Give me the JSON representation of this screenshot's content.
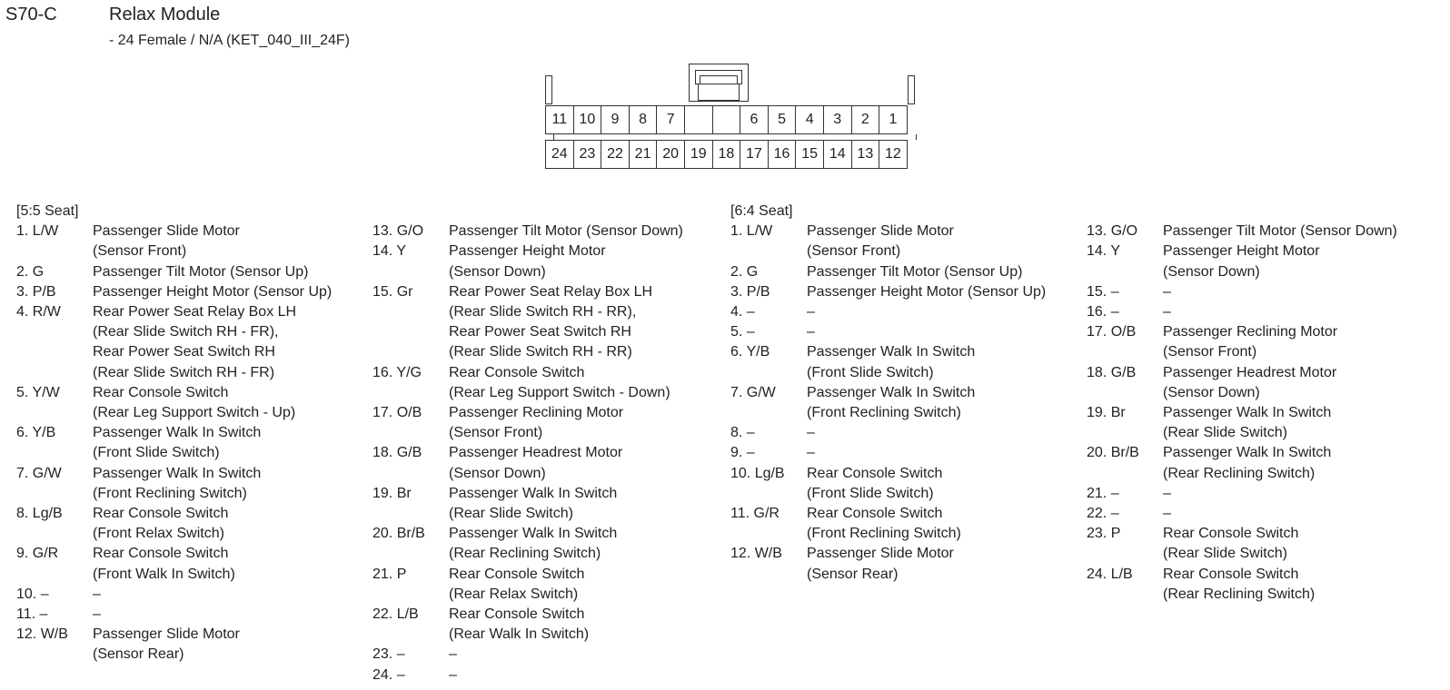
{
  "header": {
    "code": "S70-C",
    "title": "Relax Module",
    "subtitle": "- 24 Female / N/A (KET_040_III_24F)"
  },
  "connector": {
    "top_row": [
      "11",
      "10",
      "9",
      "8",
      "7",
      "",
      "",
      "6",
      "5",
      "4",
      "3",
      "2",
      "1"
    ],
    "bottom_row": [
      "24",
      "23",
      "22",
      "21",
      "20",
      "19",
      "18",
      "17",
      "16",
      "15",
      "14",
      "13",
      "12"
    ]
  },
  "sections": [
    {
      "heading": "[5:5 Seat]",
      "columns": [
        [
          {
            "num": "1. L/W",
            "lines": [
              "Passenger Slide Motor",
              "(Sensor Front)"
            ]
          },
          {
            "num": "2. G",
            "lines": [
              "Passenger Tilt Motor (Sensor Up)"
            ]
          },
          {
            "num": "3. P/B",
            "lines": [
              "Passenger Height Motor (Sensor Up)"
            ]
          },
          {
            "num": "4. R/W",
            "lines": [
              "Rear Power Seat Relay Box LH",
              "(Rear Slide Switch RH - FR),",
              "Rear Power Seat Switch RH",
              "(Rear Slide Switch RH - FR)"
            ]
          },
          {
            "num": "5. Y/W",
            "lines": [
              "Rear Console Switch",
              "(Rear Leg Support Switch - Up)"
            ]
          },
          {
            "num": "6. Y/B",
            "lines": [
              "Passenger Walk In Switch",
              "(Front Slide Switch)"
            ]
          },
          {
            "num": "7. G/W",
            "lines": [
              "Passenger Walk In Switch",
              "(Front Reclining Switch)"
            ]
          },
          {
            "num": "8. Lg/B",
            "lines": [
              "Rear Console Switch",
              "(Front Relax Switch)"
            ]
          },
          {
            "num": "9. G/R",
            "lines": [
              "Rear Console Switch",
              "(Front Walk In Switch)"
            ]
          },
          {
            "num": "10. –",
            "lines": [
              "–"
            ]
          },
          {
            "num": "11. –",
            "lines": [
              "–"
            ]
          },
          {
            "num": "12. W/B",
            "lines": [
              "Passenger Slide Motor",
              "(Sensor Rear)"
            ]
          }
        ],
        [
          {
            "num": "13. G/O",
            "lines": [
              "Passenger Tilt Motor (Sensor Down)"
            ]
          },
          {
            "num": "14. Y",
            "lines": [
              "Passenger Height Motor",
              "(Sensor Down)"
            ]
          },
          {
            "num": "15. Gr",
            "lines": [
              "Rear Power Seat Relay Box LH",
              "(Rear Slide Switch RH - RR),",
              "Rear Power Seat Switch RH",
              "(Rear Slide Switch RH - RR)"
            ]
          },
          {
            "num": "16. Y/G",
            "lines": [
              "Rear Console Switch",
              "(Rear Leg Support Switch - Down)"
            ]
          },
          {
            "num": "17. O/B",
            "lines": [
              "Passenger Reclining Motor",
              "(Sensor Front)"
            ]
          },
          {
            "num": "18. G/B",
            "lines": [
              "Passenger Headrest Motor",
              "(Sensor Down)"
            ]
          },
          {
            "num": "19. Br",
            "lines": [
              "Passenger Walk In Switch",
              "(Rear Slide Switch)"
            ]
          },
          {
            "num": "20. Br/B",
            "lines": [
              "Passenger Walk In Switch",
              "(Rear Reclining Switch)"
            ]
          },
          {
            "num": "21. P",
            "lines": [
              "Rear Console Switch",
              "(Rear Relax Switch)"
            ]
          },
          {
            "num": "22. L/B",
            "lines": [
              "Rear Console Switch",
              "(Rear Walk In Switch)"
            ]
          },
          {
            "num": "23. –",
            "lines": [
              "–"
            ]
          },
          {
            "num": "24. –",
            "lines": [
              "–"
            ]
          }
        ]
      ]
    },
    {
      "heading": "[6:4 Seat]",
      "columns": [
        [
          {
            "num": "1. L/W",
            "lines": [
              "Passenger Slide Motor",
              "(Sensor Front)"
            ]
          },
          {
            "num": "2. G",
            "lines": [
              "Passenger Tilt Motor (Sensor Up)"
            ]
          },
          {
            "num": "3. P/B",
            "lines": [
              "Passenger Height Motor (Sensor Up)"
            ]
          },
          {
            "num": "4. –",
            "lines": [
              "–"
            ]
          },
          {
            "num": "5. –",
            "lines": [
              "–"
            ]
          },
          {
            "num": "6. Y/B",
            "lines": [
              "Passenger Walk In Switch",
              "(Front Slide Switch)"
            ]
          },
          {
            "num": "7. G/W",
            "lines": [
              "Passenger Walk In Switch",
              "(Front Reclining Switch)"
            ]
          },
          {
            "num": "8. –",
            "lines": [
              "–"
            ]
          },
          {
            "num": "9. –",
            "lines": [
              "–"
            ]
          },
          {
            "num": "10. Lg/B",
            "lines": [
              "Rear Console Switch",
              "(Front Slide Switch)"
            ]
          },
          {
            "num": "11. G/R",
            "lines": [
              "Rear Console Switch",
              "(Front Reclining Switch)"
            ]
          },
          {
            "num": "12. W/B",
            "lines": [
              "Passenger Slide Motor",
              "(Sensor Rear)"
            ]
          }
        ],
        [
          {
            "num": "13. G/O",
            "lines": [
              "Passenger Tilt Motor (Sensor Down)"
            ]
          },
          {
            "num": "14. Y",
            "lines": [
              "Passenger Height Motor",
              "(Sensor Down)"
            ]
          },
          {
            "num": "15. –",
            "lines": [
              "–"
            ]
          },
          {
            "num": "16. –",
            "lines": [
              "–"
            ]
          },
          {
            "num": "17. O/B",
            "lines": [
              "Passenger Reclining Motor",
              "(Sensor Front)"
            ]
          },
          {
            "num": "18. G/B",
            "lines": [
              "Passenger Headrest Motor",
              "(Sensor Down)"
            ]
          },
          {
            "num": "19. Br",
            "lines": [
              "Passenger Walk In Switch",
              "(Rear Slide Switch)"
            ]
          },
          {
            "num": "20. Br/B",
            "lines": [
              "Passenger Walk In Switch",
              "(Rear Reclining Switch)"
            ]
          },
          {
            "num": "21. –",
            "lines": [
              "–"
            ]
          },
          {
            "num": "22. –",
            "lines": [
              "–"
            ]
          },
          {
            "num": "23. P",
            "lines": [
              "Rear Console Switch",
              "(Rear Slide Switch)"
            ]
          },
          {
            "num": "24. L/B",
            "lines": [
              "Rear Console Switch",
              "(Rear Reclining Switch)"
            ]
          }
        ]
      ]
    }
  ]
}
